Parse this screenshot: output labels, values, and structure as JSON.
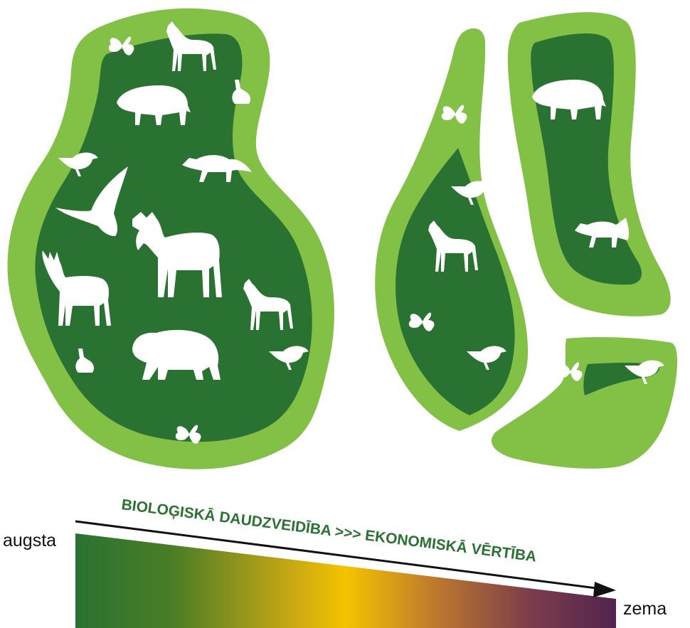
{
  "colors": {
    "forest_dark": "#2a7232",
    "forest_edge": "#83c046",
    "arrow": "#111111",
    "gradient": [
      "#2a7232",
      "#4d7e27",
      "#c6a616",
      "#f2c200",
      "#c47c2a",
      "#7c3d4c",
      "#52244e"
    ]
  },
  "arrow_title": "BIOLOĢISKĀ DAUDZVEIDĪBA >>> EKONOMISKĀ VĒRTĪBA",
  "scale": {
    "high_label": "augsta",
    "low_label": "zema"
  },
  "large_forest": {
    "animals": [
      "butterfly-icon",
      "roe-deer-icon",
      "boar-icon",
      "hare-icon",
      "bird-icon",
      "fox-icon",
      "eagle-icon",
      "moose-icon",
      "red-deer-icon",
      "roe-deer-icon",
      "bear-icon",
      "hare-icon",
      "bird-icon",
      "butterfly-icon"
    ]
  },
  "fragmented_forest": {
    "animals": [
      "butterfly-icon",
      "bird-icon",
      "roe-deer-icon",
      "butterfly-icon",
      "bird-icon",
      "boar-icon",
      "fox-icon",
      "butterfly-icon",
      "bird-icon"
    ]
  }
}
